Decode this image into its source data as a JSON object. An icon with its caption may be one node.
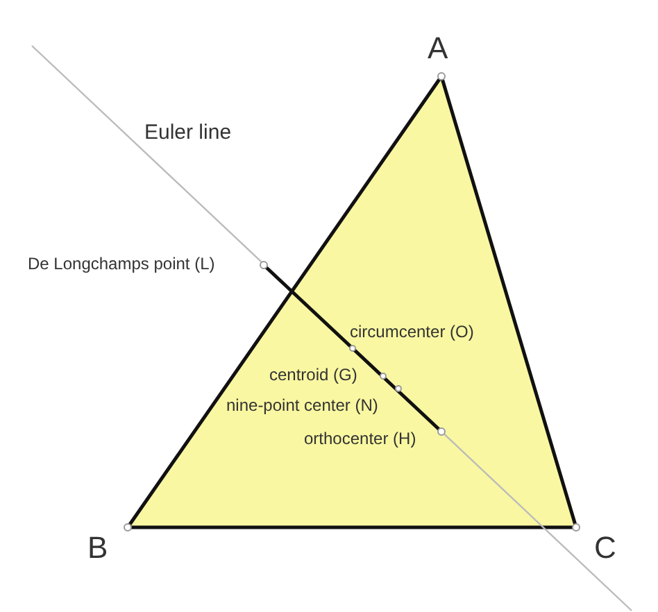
{
  "diagram": {
    "labels": [
      "A",
      "Euler line",
      "De Longchamps point (L)",
      "circumcenter (O)",
      "centroid (G)",
      "nine-point center (N)",
      "orthocenter (H)",
      "B",
      "C"
    ]
  }
}
